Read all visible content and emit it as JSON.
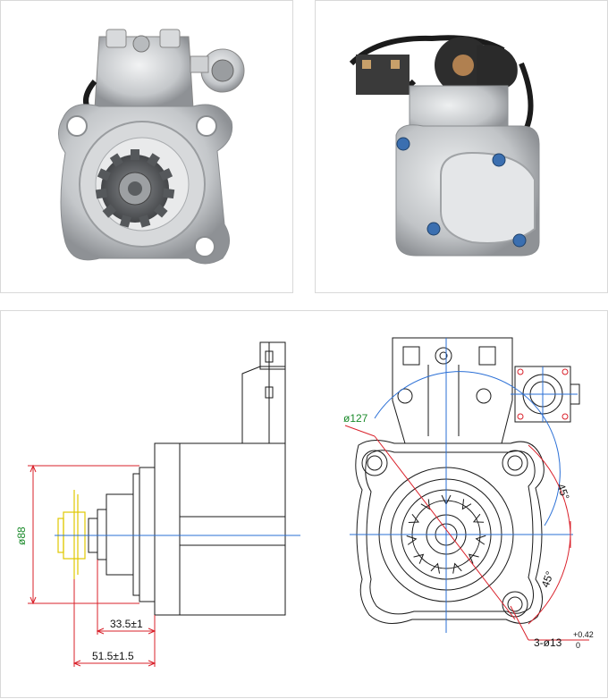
{
  "photos": {
    "front_alt": "starter-motor-front-view",
    "rear_alt": "starter-motor-rear-view"
  },
  "drawing": {
    "dim_diameter_88": "ø88",
    "dim_33": "33.5±1",
    "dim_51": "51.5±1.5",
    "dim_diameter_127": "ø127",
    "dim_angle_top": "45°",
    "dim_angle_bottom": "45°",
    "dim_holes": "3-ø13",
    "dim_holes_tol_upper": "+0.42",
    "dim_holes_tol_lower": "0"
  },
  "colors": {
    "line": "#1a1a1a",
    "dimension_red": "#d9202a",
    "center_blue": "#2a6fd6",
    "green_text": "#1a8a2a",
    "yellow_gear": "#e0c800",
    "photo_metal": "#c9cbcd",
    "photo_dark": "#3a3a3a"
  }
}
